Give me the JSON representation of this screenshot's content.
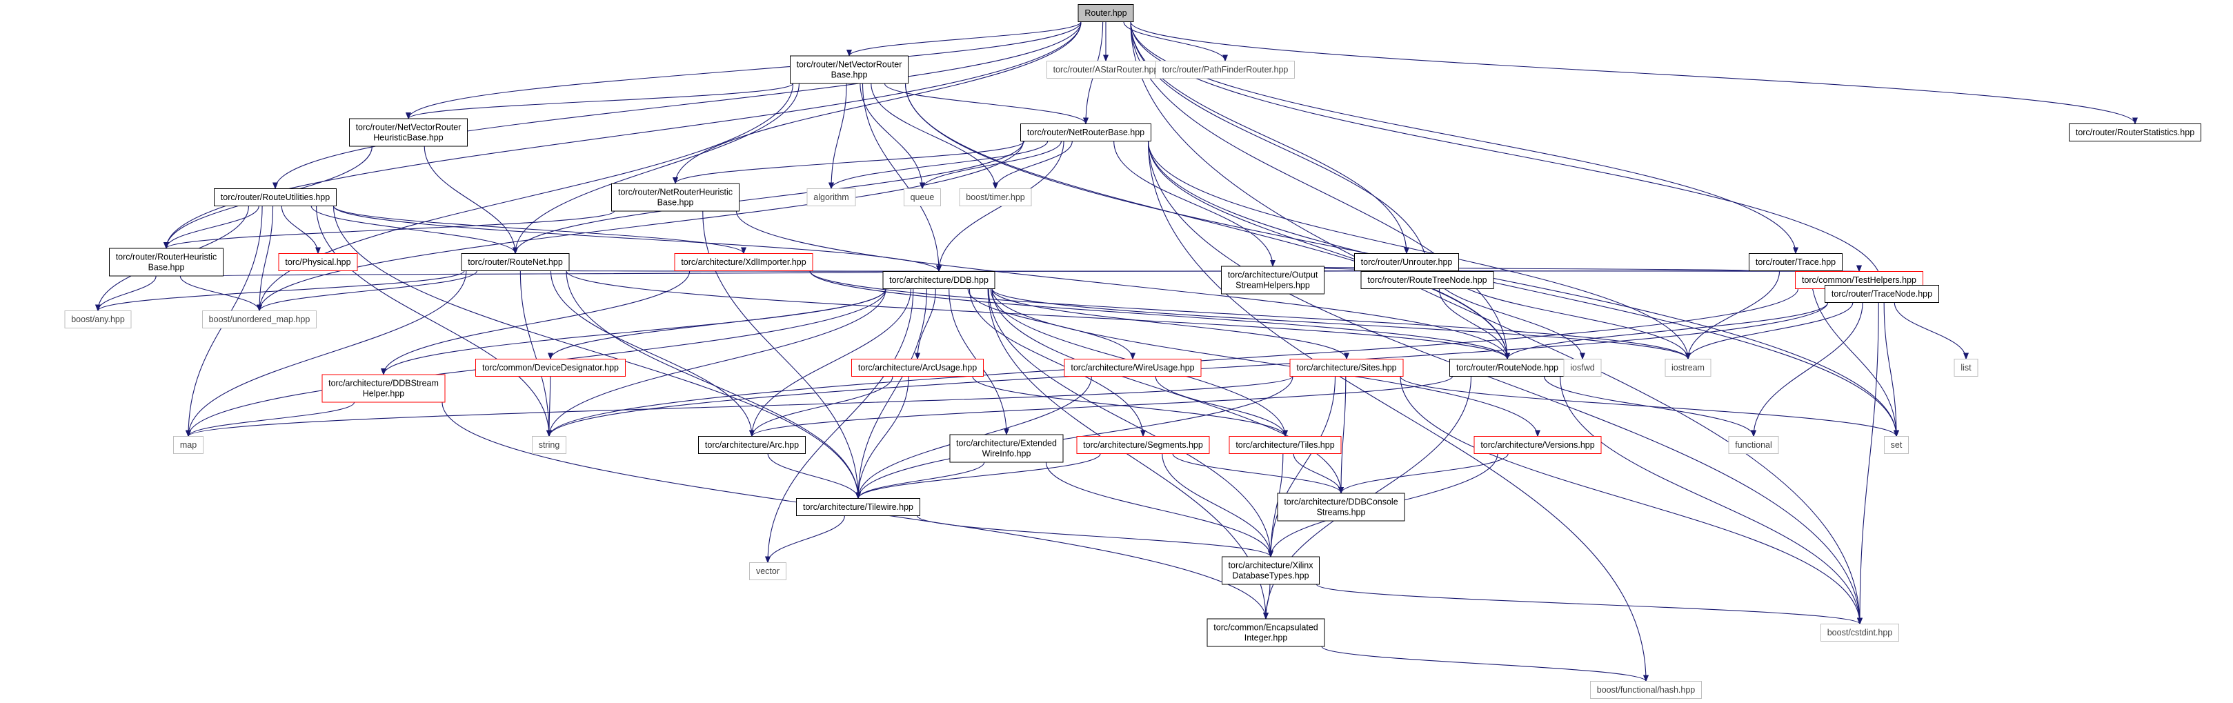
{
  "diagram": {
    "colors": {
      "edge": "#191970",
      "border_default": "#000000",
      "border_red": "#ff0000",
      "border_gray": "#bfbfbf",
      "fill_root": "#bfbfbf",
      "fill_default": "#ffffff",
      "text_default": "#000000",
      "text_gray": "#404040"
    },
    "nodes": [
      {
        "id": "router",
        "lines": [
          "Router.hpp"
        ],
        "style": "root"
      },
      {
        "id": "netvectorbase",
        "lines": [
          "torc/router/NetVectorRouter",
          "Base.hpp"
        ],
        "style": "default"
      },
      {
        "id": "astar",
        "lines": [
          "torc/router/AStarRouter.hpp"
        ],
        "style": "gray"
      },
      {
        "id": "pathfinder",
        "lines": [
          "torc/router/PathFinderRouter.hpp"
        ],
        "style": "gray"
      },
      {
        "id": "routerstats",
        "lines": [
          "torc/router/RouterStatistics.hpp"
        ],
        "style": "default"
      },
      {
        "id": "netvectorheur",
        "lines": [
          "torc/router/NetVectorRouter",
          "HeuristicBase.hpp"
        ],
        "style": "default"
      },
      {
        "id": "netrouterbase",
        "lines": [
          "torc/router/NetRouterBase.hpp"
        ],
        "style": "default"
      },
      {
        "id": "routeutil",
        "lines": [
          "torc/router/RouteUtilities.hpp"
        ],
        "style": "default"
      },
      {
        "id": "netrouterheur",
        "lines": [
          "torc/router/NetRouterHeuristic",
          "Base.hpp"
        ],
        "style": "default"
      },
      {
        "id": "algorithm",
        "lines": [
          "algorithm"
        ],
        "style": "gray"
      },
      {
        "id": "queue",
        "lines": [
          "queue"
        ],
        "style": "gray"
      },
      {
        "id": "timer",
        "lines": [
          "boost/timer.hpp"
        ],
        "style": "gray"
      },
      {
        "id": "unrouter",
        "lines": [
          "torc/router/Unrouter.hpp"
        ],
        "style": "default"
      },
      {
        "id": "trace",
        "lines": [
          "torc/router/Trace.hpp"
        ],
        "style": "default"
      },
      {
        "id": "routerheur",
        "lines": [
          "torc/router/RouterHeuristic",
          "Base.hpp"
        ],
        "style": "default"
      },
      {
        "id": "physical",
        "lines": [
          "torc/Physical.hpp"
        ],
        "style": "red"
      },
      {
        "id": "routenet",
        "lines": [
          "torc/router/RouteNet.hpp"
        ],
        "style": "default"
      },
      {
        "id": "xdlimporter",
        "lines": [
          "torc/architecture/XdlImporter.hpp"
        ],
        "style": "red"
      },
      {
        "id": "outputstream",
        "lines": [
          "torc/architecture/Output",
          "StreamHelpers.hpp"
        ],
        "style": "default"
      },
      {
        "id": "routetreenode",
        "lines": [
          "torc/router/RouteTreeNode.hpp"
        ],
        "style": "default"
      },
      {
        "id": "testhelpers",
        "lines": [
          "torc/common/TestHelpers.hpp"
        ],
        "style": "red"
      },
      {
        "id": "tracenode",
        "lines": [
          "torc/router/TraceNode.hpp"
        ],
        "style": "default"
      },
      {
        "id": "boostany",
        "lines": [
          "boost/any.hpp"
        ],
        "style": "gray"
      },
      {
        "id": "unorderedmap",
        "lines": [
          "boost/unordered_map.hpp"
        ],
        "style": "gray"
      },
      {
        "id": "ddb",
        "lines": [
          "torc/architecture/DDB.hpp"
        ],
        "style": "default"
      },
      {
        "id": "routenode",
        "lines": [
          "torc/router/RouteNode.hpp"
        ],
        "style": "default"
      },
      {
        "id": "iosfwd",
        "lines": [
          "iosfwd"
        ],
        "style": "gray"
      },
      {
        "id": "iostream",
        "lines": [
          "iostream"
        ],
        "style": "gray"
      },
      {
        "id": "list",
        "lines": [
          "list"
        ],
        "style": "gray"
      },
      {
        "id": "ddbstream",
        "lines": [
          "torc/architecture/DDBStream",
          "Helper.hpp"
        ],
        "style": "red"
      },
      {
        "id": "devdesig",
        "lines": [
          "torc/common/DeviceDesignator.hpp"
        ],
        "style": "red"
      },
      {
        "id": "arcusage",
        "lines": [
          "torc/architecture/ArcUsage.hpp"
        ],
        "style": "red"
      },
      {
        "id": "wireusage",
        "lines": [
          "torc/architecture/WireUsage.hpp"
        ],
        "style": "red"
      },
      {
        "id": "sites",
        "lines": [
          "torc/architecture/Sites.hpp"
        ],
        "style": "red"
      },
      {
        "id": "map",
        "lines": [
          "map"
        ],
        "style": "gray"
      },
      {
        "id": "string",
        "lines": [
          "string"
        ],
        "style": "gray"
      },
      {
        "id": "arc",
        "lines": [
          "torc/architecture/Arc.hpp"
        ],
        "style": "default"
      },
      {
        "id": "extwire",
        "lines": [
          "torc/architecture/Extended",
          "WireInfo.hpp"
        ],
        "style": "default"
      },
      {
        "id": "segments",
        "lines": [
          "torc/architecture/Segments.hpp"
        ],
        "style": "red"
      },
      {
        "id": "tiles",
        "lines": [
          "torc/architecture/Tiles.hpp"
        ],
        "style": "red"
      },
      {
        "id": "versions",
        "lines": [
          "torc/architecture/Versions.hpp"
        ],
        "style": "red"
      },
      {
        "id": "functional",
        "lines": [
          "functional"
        ],
        "style": "gray"
      },
      {
        "id": "set",
        "lines": [
          "set"
        ],
        "style": "gray"
      },
      {
        "id": "ddbconsole",
        "lines": [
          "torc/architecture/DDBConsole",
          "Streams.hpp"
        ],
        "style": "default"
      },
      {
        "id": "tilewire",
        "lines": [
          "torc/architecture/Tilewire.hpp"
        ],
        "style": "default"
      },
      {
        "id": "vector",
        "lines": [
          "vector"
        ],
        "style": "gray"
      },
      {
        "id": "xilinxdb",
        "lines": [
          "torc/architecture/Xilinx",
          "DatabaseTypes.hpp"
        ],
        "style": "default"
      },
      {
        "id": "encapint",
        "lines": [
          "torc/common/Encapsulated",
          "Integer.hpp"
        ],
        "style": "default"
      },
      {
        "id": "cstdint",
        "lines": [
          "boost/cstdint.hpp"
        ],
        "style": "gray"
      },
      {
        "id": "hash",
        "lines": [
          "boost/functional/hash.hpp"
        ],
        "style": "gray"
      }
    ],
    "edges": [
      [
        "router",
        "netvectorbase"
      ],
      [
        "router",
        "astar"
      ],
      [
        "router",
        "pathfinder"
      ],
      [
        "router",
        "routerstats"
      ],
      [
        "router",
        "netvectorheur"
      ],
      [
        "router",
        "netrouterbase"
      ],
      [
        "router",
        "routeutil"
      ],
      [
        "router",
        "netrouterheur"
      ],
      [
        "router",
        "unrouter"
      ],
      [
        "router",
        "trace"
      ],
      [
        "router",
        "routerheur"
      ],
      [
        "router",
        "routenode"
      ],
      [
        "router",
        "routetreenode"
      ],
      [
        "router",
        "tracenode"
      ],
      [
        "router",
        "cstdint"
      ],
      [
        "netvectorbase",
        "netvectorheur"
      ],
      [
        "netvectorbase",
        "netrouterbase"
      ],
      [
        "netvectorbase",
        "routenet"
      ],
      [
        "netvectorbase",
        "ddb"
      ],
      [
        "netvectorbase",
        "algorithm"
      ],
      [
        "netvectorbase",
        "queue"
      ],
      [
        "netvectorbase",
        "timer"
      ],
      [
        "netvectorbase",
        "unorderedmap"
      ],
      [
        "netvectorbase",
        "routenode"
      ],
      [
        "netvectorbase",
        "set"
      ],
      [
        "netvectorheur",
        "routerheur"
      ],
      [
        "netvectorheur",
        "routenet"
      ],
      [
        "netrouterbase",
        "netrouterheur"
      ],
      [
        "netrouterbase",
        "routenet"
      ],
      [
        "netrouterbase",
        "ddb"
      ],
      [
        "netrouterbase",
        "algorithm"
      ],
      [
        "netrouterbase",
        "queue"
      ],
      [
        "netrouterbase",
        "timer"
      ],
      [
        "netrouterbase",
        "outputstream"
      ],
      [
        "netrouterbase",
        "routenode"
      ],
      [
        "netrouterbase",
        "iostream"
      ],
      [
        "netrouterbase",
        "set"
      ],
      [
        "netrouterbase",
        "cstdint"
      ],
      [
        "netrouterbase",
        "hash"
      ],
      [
        "netrouterbase",
        "unorderedmap"
      ],
      [
        "routeutil",
        "routerheur"
      ],
      [
        "routeutil",
        "physical"
      ],
      [
        "routeutil",
        "routenet"
      ],
      [
        "routeutil",
        "xdlimporter"
      ],
      [
        "routeutil",
        "ddb"
      ],
      [
        "routeutil",
        "boostany"
      ],
      [
        "routeutil",
        "unorderedmap"
      ],
      [
        "routeutil",
        "map"
      ],
      [
        "routeutil",
        "tilewire"
      ],
      [
        "routeutil",
        "string"
      ],
      [
        "netrouterheur",
        "routerheur"
      ],
      [
        "netrouterheur",
        "routenode"
      ],
      [
        "netrouterheur",
        "tilewire"
      ],
      [
        "unrouter",
        "ddb"
      ],
      [
        "unrouter",
        "outputstream"
      ],
      [
        "unrouter",
        "routetreenode"
      ],
      [
        "unrouter",
        "testhelpers"
      ],
      [
        "unrouter",
        "iostream"
      ],
      [
        "unrouter",
        "iosfwd"
      ],
      [
        "trace",
        "ddb"
      ],
      [
        "trace",
        "outputstream"
      ],
      [
        "trace",
        "testhelpers"
      ],
      [
        "trace",
        "tracenode"
      ],
      [
        "trace",
        "iostream"
      ],
      [
        "trace",
        "set"
      ],
      [
        "routerheur",
        "ddb"
      ],
      [
        "routerheur",
        "boostany"
      ],
      [
        "routerheur",
        "unorderedmap"
      ],
      [
        "routenet",
        "ddb"
      ],
      [
        "routenet",
        "unorderedmap"
      ],
      [
        "routenet",
        "routenode"
      ],
      [
        "routenet",
        "tilewire"
      ],
      [
        "routenet",
        "arc"
      ],
      [
        "routenet",
        "map"
      ],
      [
        "routenet",
        "string"
      ],
      [
        "routenet",
        "boostany"
      ],
      [
        "xdlimporter",
        "ddb"
      ],
      [
        "xdlimporter",
        "ddbstream"
      ],
      [
        "xdlimporter",
        "routenode"
      ],
      [
        "xdlimporter",
        "iostream"
      ],
      [
        "routetreenode",
        "routenode"
      ],
      [
        "testhelpers",
        "string"
      ],
      [
        "tracenode",
        "routenode"
      ],
      [
        "tracenode",
        "iostream"
      ],
      [
        "tracenode",
        "list"
      ],
      [
        "tracenode",
        "set"
      ],
      [
        "tracenode",
        "functional"
      ],
      [
        "tracenode",
        "cstdint"
      ],
      [
        "tracenode",
        "string"
      ],
      [
        "ddb",
        "ddbstream"
      ],
      [
        "ddb",
        "devdesig"
      ],
      [
        "ddb",
        "arcusage"
      ],
      [
        "ddb",
        "wireusage"
      ],
      [
        "ddb",
        "sites"
      ],
      [
        "ddb",
        "extwire"
      ],
      [
        "ddb",
        "segments"
      ],
      [
        "ddb",
        "tiles"
      ],
      [
        "ddb",
        "versions"
      ],
      [
        "ddb",
        "ddbconsole"
      ],
      [
        "ddb",
        "tilewire"
      ],
      [
        "ddb",
        "arc"
      ],
      [
        "ddb",
        "string"
      ],
      [
        "ddb",
        "map"
      ],
      [
        "ddb",
        "vector"
      ],
      [
        "ddb",
        "encapint"
      ],
      [
        "ddb",
        "iostream"
      ],
      [
        "ddb",
        "xilinxdb"
      ],
      [
        "routenode",
        "arc"
      ],
      [
        "routenode",
        "functional"
      ],
      [
        "routenode",
        "cstdint"
      ],
      [
        "routenode",
        "encapint"
      ],
      [
        "ddbstream",
        "map"
      ],
      [
        "ddbstream",
        "encapint"
      ],
      [
        "devdesig",
        "string"
      ],
      [
        "arcusage",
        "arc"
      ],
      [
        "arcusage",
        "tilewire"
      ],
      [
        "arcusage",
        "tiles"
      ],
      [
        "wireusage",
        "tiles"
      ],
      [
        "wireusage",
        "tilewire"
      ],
      [
        "sites",
        "map"
      ],
      [
        "sites",
        "set"
      ],
      [
        "sites",
        "ddbconsole"
      ],
      [
        "sites",
        "xilinxdb"
      ],
      [
        "sites",
        "cstdint"
      ],
      [
        "sites",
        "tilewire"
      ],
      [
        "arc",
        "tilewire"
      ],
      [
        "extwire",
        "tilewire"
      ],
      [
        "extwire",
        "xilinxdb"
      ],
      [
        "segments",
        "tilewire"
      ],
      [
        "segments",
        "ddbconsole"
      ],
      [
        "segments",
        "xilinxdb"
      ],
      [
        "tiles",
        "ddbconsole"
      ],
      [
        "tiles",
        "xilinxdb"
      ],
      [
        "versions",
        "ddbconsole"
      ],
      [
        "versions",
        "xilinxdb"
      ],
      [
        "tilewire",
        "vector"
      ],
      [
        "tilewire",
        "xilinxdb"
      ],
      [
        "xilinxdb",
        "encapint"
      ],
      [
        "xilinxdb",
        "cstdint"
      ],
      [
        "encapint",
        "hash"
      ]
    ]
  }
}
